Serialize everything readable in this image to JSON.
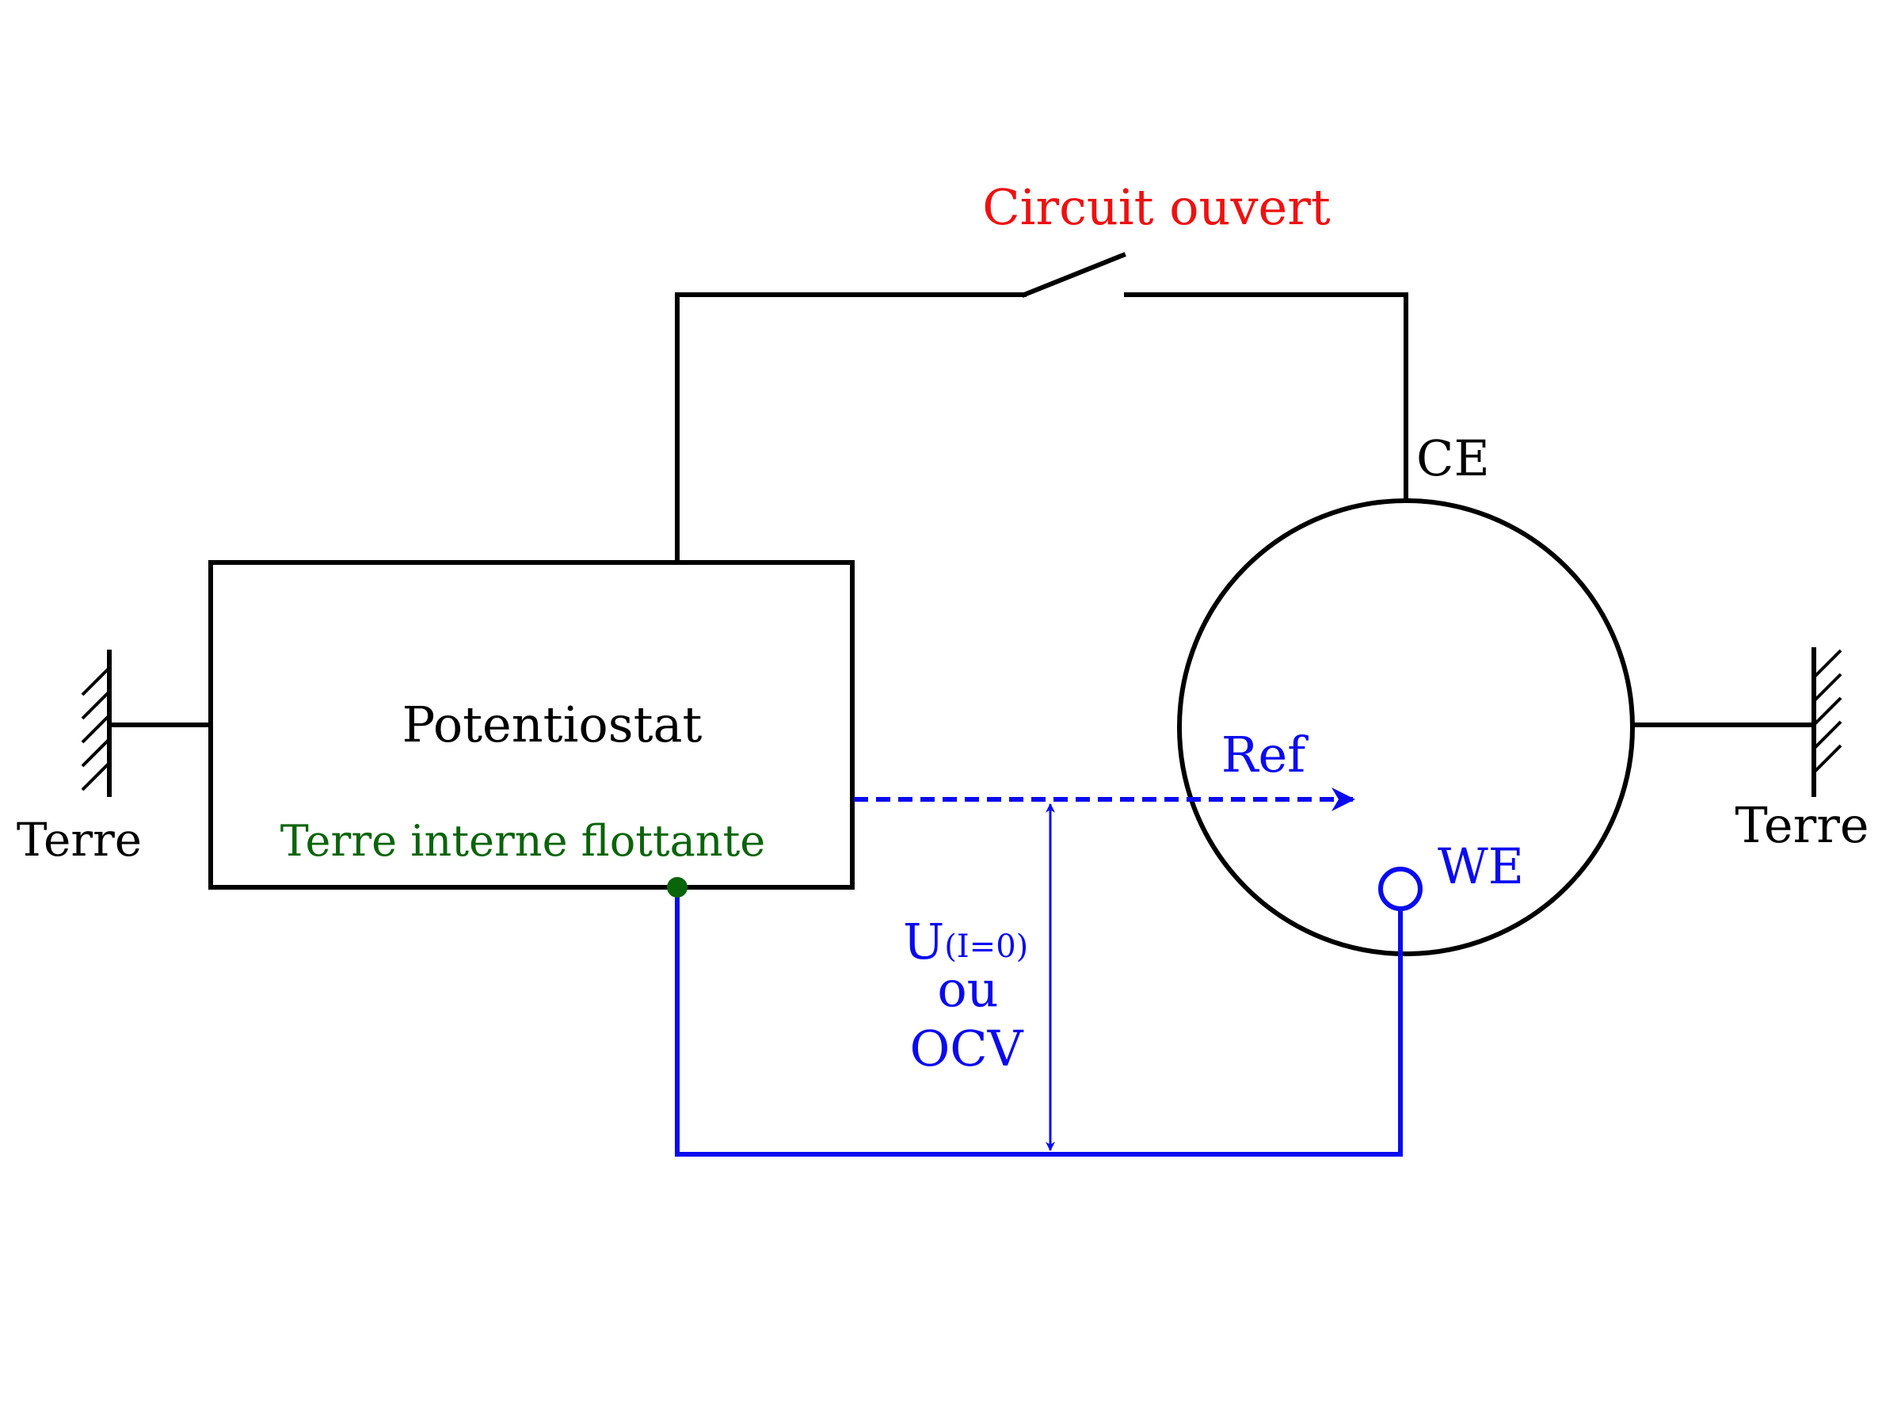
{
  "colors": {
    "black": "#000000",
    "blue": "#0a0af0",
    "green": "#0a640a",
    "red": "#ee1111"
  },
  "labels": {
    "potentiostat": "Potentiostat",
    "internal_ground": "Terre interne flottante",
    "open_circuit": "Circuit ouvert",
    "counter_electrode": "CE",
    "reference": "Ref",
    "working_electrode": "WE",
    "ground_left": "Terre",
    "ground_right": "Terre",
    "voltage_main": "U",
    "voltage_sub": "(I=0)",
    "voltage_or": "ou",
    "voltage_ocv": "OCV"
  }
}
